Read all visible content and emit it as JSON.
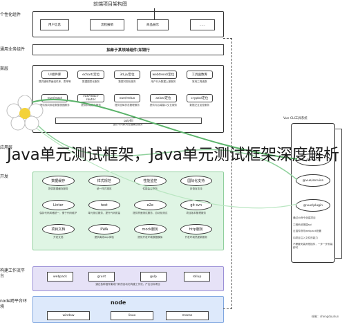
{
  "title": "前端项目架构图",
  "layers": {
    "personal": "个性化组件",
    "business": "通用业务组件",
    "framework": "架层",
    "app": "应用层",
    "dev": "开发",
    "build": "构建工作流平台",
    "node": "node跨平台环境"
  },
  "personal_boxes": [
    "用户信息",
    "流程报销",
    "商品展示",
    "......"
  ],
  "business_bar": "抽象于某领域组件/如银行",
  "framework_cells": [
    {
      "name": "UI组件库",
      "desc": "提供通用界面组件库，表单等"
    },
    {
      "name": "echart/定位",
      "desc": "数据图表化服务"
    },
    {
      "name": "3d.js/定位",
      "desc": "数据可视化服务"
    },
    {
      "name": "webtrend/定位",
      "desc": "用户行为数据上报服务"
    },
    {
      "name": "工具函数库",
      "desc": "常用工具函数"
    },
    {
      "name": "vue/react",
      "desc": "提供双向绑定数据视图服务"
    },
    {
      "name": "vue/react-router",
      "desc": "提供前端路由服务"
    },
    {
      "name": "vue/redux",
      "desc": "提供全局状态管理服务"
    },
    {
      "name": "axios/定位",
      "desc": "提供与后端接口交互服务"
    },
    {
      "name": "crypto/定位",
      "desc": "数据交互加密服务"
    }
  ],
  "polyfill": "polyfill",
  "polyfill_desc": "提供不同款浏览器兼容服务",
  "app_ovals": [
    {
      "name": "数据缓存",
      "desc": "提供数据缓存服务"
    },
    {
      "name": "样式规范",
      "desc": "统一样式规范"
    },
    {
      "name": "性能监控",
      "desc": "性能监控服务"
    },
    {
      "name": "国际化支持",
      "desc": "多语言支持"
    },
    {
      "name": "Linter",
      "desc": "保持代码风格统一，便于代码维护"
    },
    {
      "name": "test",
      "desc": "单元测试服务，提升代码质量"
    },
    {
      "name": "e2e",
      "desc": "提供界面测试服务，自动化测试"
    },
    {
      "name": "git svn",
      "desc": "项目版本管理服务"
    },
    {
      "name": "项目文档",
      "desc": "开发文档"
    },
    {
      "name": "PWA",
      "desc": "提供离线app体验"
    },
    {
      "name": "mock服务",
      "desc": "提供开发环境数据模拟"
    },
    {
      "name": "http服务",
      "desc": "开发环境热更新服务"
    }
  ],
  "build_boxes": [
    "webpack",
    "grunt",
    "gulp",
    "rollup"
  ],
  "build_desc": "通过各种插件集成代码的自动化构建工作流，产出目标项目",
  "node_label": "node",
  "node_boxes": [
    "window",
    "linux",
    "macos"
  ],
  "cli": {
    "title": "Vue CLI工具系统",
    "ovals": [
      "@vue/cli",
      "@vue/service",
      "@vue/plugin"
    ],
    "notes": [
      "通过cli命令创建项目",
      "工程系统搭建api",
      "让插件修改webpack配置",
      "向项目注入文件的能力",
      "不需要安装其他插件，一步一步安装即可"
    ]
  },
  "watermark": "Java单元测试框架，Java单元测试框架深度解析",
  "footer": "绘制：shengdouhun"
}
